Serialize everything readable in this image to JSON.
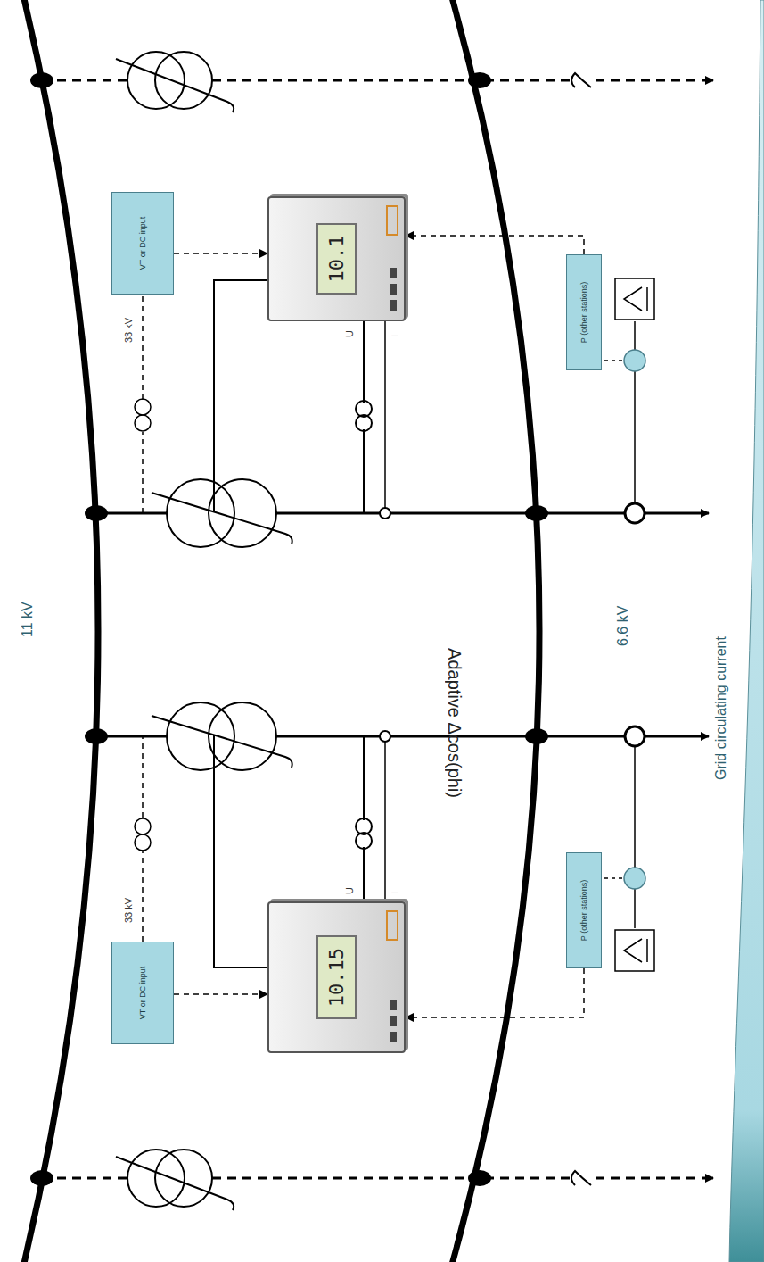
{
  "diagram": {
    "nodes": [
      {
        "text": [
          "VT or DC input"
        ]
      },
      {
        "text": [
          "10.15"
        ]
      },
      {
        "text": [
          "P (other stations)"
        ]
      },
      {
        "text": [
          "VT or DC input"
        ]
      },
      {
        "text": [
          "10.1"
        ]
      },
      {
        "text": [
          "P (other stations)"
        ]
      }
    ],
    "edges": [
      {
        "from": 0,
        "to": 1,
        "arrow": "to"
      },
      {
        "from": 2,
        "to": 1,
        "arrow": "to"
      },
      {
        "from": 3,
        "to": 4,
        "arrow": "to"
      },
      {
        "from": 5,
        "to": 4,
        "arrow": "to"
      }
    ],
    "labels": [
      "11 kV",
      "6.6 kV",
      "Adaptive Δcos(phi)",
      "Grid circulating current",
      "33 kV",
      "33 kV",
      "U",
      "I",
      "U",
      "I"
    ]
  }
}
